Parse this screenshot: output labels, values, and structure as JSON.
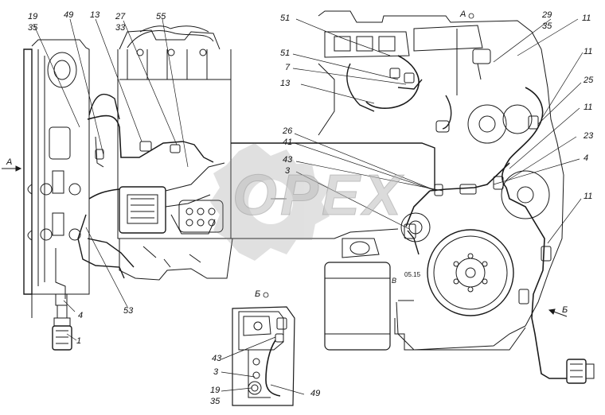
{
  "callouts": {
    "c19": "19",
    "c35": "35",
    "c49": "49",
    "c13": "13",
    "c27": "27",
    "c33": "33",
    "c55": "55",
    "c51a": "51",
    "c51b": "51",
    "c7": "7",
    "c13b": "13",
    "cA": "А",
    "c29": "29",
    "c35b": "35",
    "c11a": "11",
    "c11b": "11",
    "c25": "25",
    "c11c": "11",
    "c23": "23",
    "c4": "4",
    "c11d": "11",
    "c26": "26",
    "c41": "41",
    "c43": "43",
    "c3": "3",
    "c53": "53",
    "c4b": "4",
    "c1": "1",
    "cA2": "А",
    "cB": "Б",
    "c43b": "43",
    "c3b": "3",
    "c19b": "19",
    "c35c": "35",
    "c49b": "49",
    "cB2": "Б",
    "cB3": "В",
    "cCode": "05.15"
  },
  "watermark": {
    "text": "OPEX"
  }
}
